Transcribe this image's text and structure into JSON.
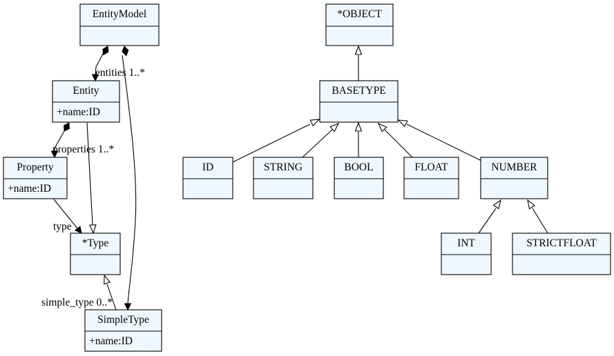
{
  "diagram": {
    "classes": [
      {
        "id": "EntityModel",
        "name": "EntityModel",
        "attributes": []
      },
      {
        "id": "Entity",
        "name": "Entity",
        "attributes": [
          "+name:ID"
        ]
      },
      {
        "id": "Property",
        "name": "Property",
        "attributes": [
          "+name:ID"
        ]
      },
      {
        "id": "Type",
        "name": "*Type",
        "attributes": []
      },
      {
        "id": "SimpleType",
        "name": "SimpleType",
        "attributes": [
          "+name:ID"
        ]
      },
      {
        "id": "OBJECT",
        "name": "*OBJECT",
        "attributes": []
      },
      {
        "id": "BASETYPE",
        "name": "BASETYPE",
        "attributes": []
      },
      {
        "id": "ID",
        "name": "ID",
        "attributes": []
      },
      {
        "id": "STRING",
        "name": "STRING",
        "attributes": []
      },
      {
        "id": "BOOL",
        "name": "BOOL",
        "attributes": []
      },
      {
        "id": "FLOAT",
        "name": "FLOAT",
        "attributes": []
      },
      {
        "id": "NUMBER",
        "name": "NUMBER",
        "attributes": []
      },
      {
        "id": "INT",
        "name": "INT",
        "attributes": []
      },
      {
        "id": "STRICTFLOAT",
        "name": "STRICTFLOAT",
        "attributes": []
      }
    ],
    "relations": [
      {
        "id": "entities",
        "kind": "composition",
        "from": "EntityModel",
        "to": "Entity",
        "label": "entities 1..*"
      },
      {
        "id": "simple_type",
        "kind": "composition",
        "from": "EntityModel",
        "to": "SimpleType",
        "label": "simple_type 0..*"
      },
      {
        "id": "properties",
        "kind": "composition",
        "from": "Entity",
        "to": "Property",
        "label": "properties 1..*"
      },
      {
        "id": "type",
        "kind": "association",
        "from": "Property",
        "to": "Type",
        "label": "type"
      },
      {
        "id": "entity_is_type",
        "kind": "generalization",
        "from": "Entity",
        "to": "Type",
        "label": ""
      },
      {
        "id": "simpletype_is_type",
        "kind": "generalization",
        "from": "SimpleType",
        "to": "Type",
        "label": ""
      },
      {
        "id": "basetype_is_object",
        "kind": "generalization",
        "from": "BASETYPE",
        "to": "OBJECT",
        "label": ""
      },
      {
        "id": "id_is_basetype",
        "kind": "generalization",
        "from": "ID",
        "to": "BASETYPE",
        "label": ""
      },
      {
        "id": "string_is_basetype",
        "kind": "generalization",
        "from": "STRING",
        "to": "BASETYPE",
        "label": ""
      },
      {
        "id": "bool_is_basetype",
        "kind": "generalization",
        "from": "BOOL",
        "to": "BASETYPE",
        "label": ""
      },
      {
        "id": "float_is_basetype",
        "kind": "generalization",
        "from": "FLOAT",
        "to": "BASETYPE",
        "label": ""
      },
      {
        "id": "number_is_basetype",
        "kind": "generalization",
        "from": "NUMBER",
        "to": "BASETYPE",
        "label": ""
      },
      {
        "id": "int_is_number",
        "kind": "generalization",
        "from": "INT",
        "to": "NUMBER",
        "label": ""
      },
      {
        "id": "strictfloat_is_number",
        "kind": "generalization",
        "from": "STRICTFLOAT",
        "to": "NUMBER",
        "label": ""
      }
    ]
  }
}
